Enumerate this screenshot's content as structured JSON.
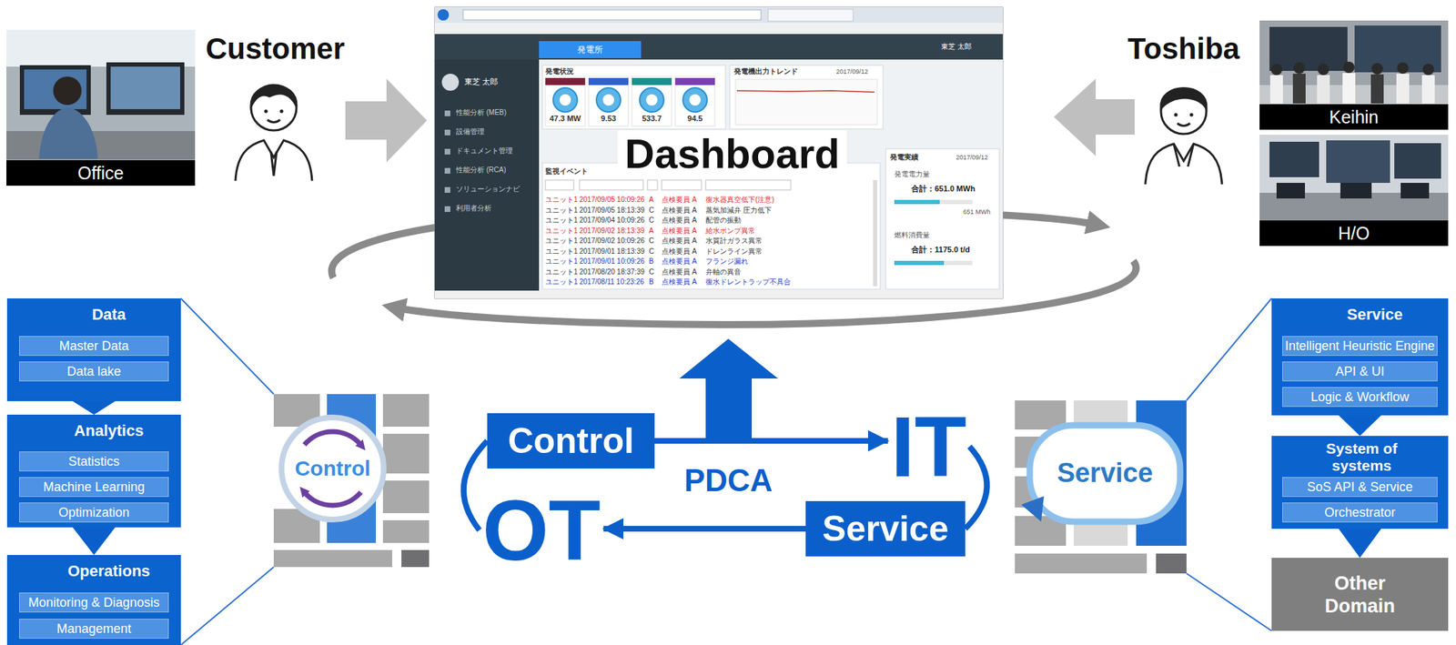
{
  "diagram": {
    "nodes": [
      {
        "text": [
          "Office"
        ]
      },
      {
        "text": [
          "Dashboard"
        ]
      },
      {
        "text": [
          "Keihin"
        ]
      },
      {
        "text": [
          "H/O"
        ]
      },
      {
        "text": [
          "Data"
        ]
      },
      {
        "text": [
          "Master Data"
        ],
        "in": 4
      },
      {
        "text": [
          "Data lake"
        ],
        "in": 4
      },
      {
        "text": [
          "Analytics"
        ]
      },
      {
        "text": [
          "Statistics"
        ],
        "in": 7
      },
      {
        "text": [
          "Machine Learning"
        ],
        "in": 7
      },
      {
        "text": [
          "Optimization"
        ],
        "in": 7
      },
      {
        "text": [
          "Operations"
        ]
      },
      {
        "text": [
          "Monitoring & Diagnosis"
        ],
        "in": 11
      },
      {
        "text": [
          "Management"
        ],
        "in": 11
      },
      {
        "text": [
          "Control"
        ]
      },
      {
        "text": [
          "Control"
        ]
      },
      {
        "text": [
          "IT"
        ]
      },
      {
        "text": [
          "OT"
        ]
      },
      {
        "text": [
          "Service"
        ]
      },
      {
        "text": [
          "Service"
        ]
      },
      {
        "text": [
          "Service"
        ]
      },
      {
        "text": [
          "Intelligent Heuristic Engine"
        ],
        "in": 20
      },
      {
        "text": [
          "API & UI"
        ],
        "in": 20
      },
      {
        "text": [
          "Logic & Workflow"
        ],
        "in": 20
      },
      {
        "text": [
          "System of systems"
        ]
      },
      {
        "text": [
          "SoS API & Service"
        ],
        "in": 24
      },
      {
        "text": [
          "Orchestrator"
        ],
        "in": 24
      },
      {
        "text": [
          "Other Domain"
        ]
      }
    ],
    "edges": [
      {
        "from": 4,
        "to": 7,
        "arrow": "to"
      },
      {
        "from": 7,
        "to": 11,
        "arrow": "to"
      },
      {
        "from": 20,
        "to": 24,
        "arrow": "to"
      },
      {
        "from": 24,
        "to": 27,
        "arrow": "to"
      },
      {
        "from": 4,
        "to": 14,
        "arrow": "none"
      },
      {
        "from": 11,
        "to": 14,
        "arrow": "none"
      },
      {
        "from": 19,
        "to": 20,
        "arrow": "none"
      },
      {
        "from": 19,
        "to": 27,
        "arrow": "none"
      },
      {
        "from": 15,
        "to": 16,
        "arrow": "to"
      },
      {
        "from": 18,
        "to": 17,
        "arrow": "to"
      },
      {
        "from": 17,
        "to": 15,
        "arrow": "none"
      },
      {
        "from": 16,
        "to": 18,
        "arrow": "none"
      }
    ],
    "labels": [
      "Customer",
      "Toshiba",
      "PDCA",
      "発電所",
      "東芝 太郎",
      "東芝 太郎",
      "性能分析 (MEB)",
      "設備管理",
      "ドキュメント管理",
      "性能分析 (RCA)",
      "ソリューションナビ",
      "利用者分析",
      "発電状況",
      "47.3 MW",
      "9.53",
      "533.7",
      "94.5",
      "発電機出力トレンド",
      "2017/09/12",
      "監視イベント",
      "ユニット1",
      "2017/09/05 10:09:26",
      "A",
      "点検要員 A",
      "復水器真空低下(注意)",
      "ユニット1",
      "2017/09/05 18:13:39",
      "C",
      "点検要員 A",
      "蒸気加減弁 圧力低下",
      "ユニット1",
      "2017/09/04 10:09:26",
      "C",
      "点検要員 A",
      "配管の振動",
      "ユニット1",
      "2017/09/02 18:13:39",
      "A",
      "点検要員 A",
      "給水ポンプ異常",
      "ユニット1",
      "2017/09/02 10:09:26",
      "C",
      "点検要員 A",
      "水質計ガラス異常",
      "ユニット1",
      "2017/09/01 18:13:39",
      "C",
      "点検要員 A",
      "ドレンライン異常",
      "ユニット1",
      "2017/09/01 10:09:26",
      "B",
      "点検要員 A",
      "フランジ漏れ",
      "ユニット1",
      "2017/08/20 18:37:39",
      "C",
      "点検要員 A",
      "弁軸の異音",
      "ユニット1",
      "2017/08/11 10:23:26",
      "B",
      "点検要員 A",
      "復水ドレントラップ不具合",
      "発電実績",
      "2017/09/12",
      "発電電力量",
      "合計：651.0 MWh",
      "651 MWh",
      "燃料消費量",
      "合計：1175.0 t/d"
    ]
  }
}
